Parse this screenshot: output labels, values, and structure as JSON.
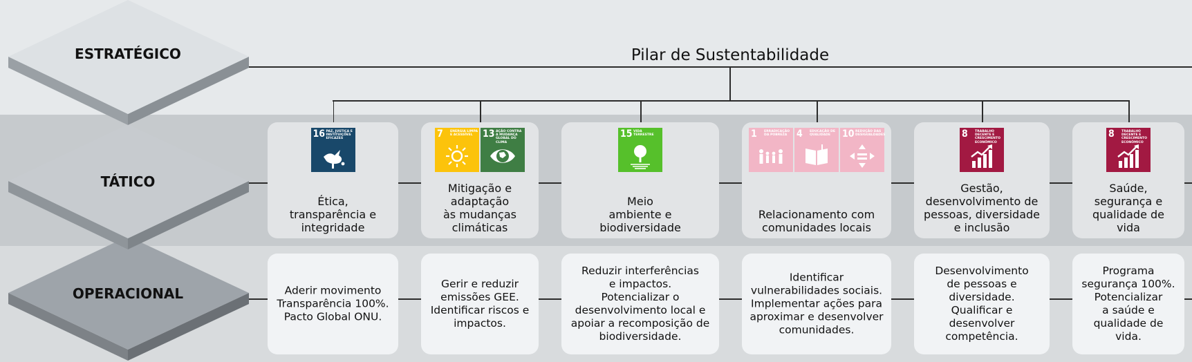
{
  "levels": {
    "strategic": "ESTRATÉGICO",
    "tactical": "TÁTICO",
    "operational": "OPERACIONAL"
  },
  "pillar_title": "Pilar de Sustentabilidade",
  "colors": {
    "bg_strategic": "#e6e9eb",
    "bg_tactical": "#c6cacd",
    "bg_operational": "#d8dbdd",
    "card_tactical": "#e2e4e6",
    "card_operational": "#f1f3f5",
    "tile_strategic_top": "#dde1e4",
    "tile_tactical_top": "#c7cbcf",
    "tile_operational_top": "#9ea4aa"
  },
  "pillars": [
    {
      "tactic": "Ética,\ntransparência e\nintegridade",
      "operational": "Aderir movimento\nTransparência 100%.\nPacto Global ONU.",
      "ods": [
        {
          "num": "16",
          "label": "Paz, justiça e instituições eficazes",
          "color": "#19486a",
          "icon": "dove-icon"
        }
      ]
    },
    {
      "tactic": "Mitigação e\nadaptação\nàs mudanças\nclimáticas",
      "operational": "Gerir e reduzir\nemissões GEE.\nIdentificar riscos e\nimpactos.",
      "ods": [
        {
          "num": "7",
          "label": "Energia limpa e acessível",
          "color": "#fcc30b",
          "icon": "sun-icon"
        },
        {
          "num": "13",
          "label": "Ação contra a mudança global do clima",
          "color": "#3f7e44",
          "icon": "eye-globe-icon"
        }
      ]
    },
    {
      "tactic": "Meio\nambiente e\nbiodiversidade",
      "operational": "Reduzir interferências\ne impactos.\nPotencializar o\ndesenvolvimento local e\napoiar a recomposição de\nbiodiversidade.",
      "ods": [
        {
          "num": "15",
          "label": "Vida terrestre",
          "color": "#56c02b",
          "icon": "tree-icon"
        }
      ]
    },
    {
      "tactic": "Relacionamento com\ncomunidades locais",
      "operational": "Identificar\nvulnerabilidades sociais.\nImplementar ações para\naproximar e desenvolver\ncomunidades.",
      "ods": [
        {
          "num": "1",
          "label": "Erradicação da pobreza",
          "color": "#f2b6c6",
          "icon": "family-icon"
        },
        {
          "num": "4",
          "label": "Educação de qualidade",
          "color": "#f2b6c6",
          "icon": "book-icon"
        },
        {
          "num": "10",
          "label": "Redução das desigualdades",
          "color": "#f2b6c6",
          "icon": "equality-icon"
        }
      ]
    },
    {
      "tactic": "Gestão,\ndesenvolvimento de\npessoas, diversidade\ne inclusão",
      "operational": "Desenvolvimento\nde pessoas e\ndiversidade.\nQualificar e\ndesenvolver\ncompetência.",
      "ods": [
        {
          "num": "8",
          "label": "Trabalho decente e crescimento econômico",
          "color": "#a21942",
          "icon": "growth-chart-icon"
        }
      ]
    },
    {
      "tactic": "Saúde,\nsegurança e\nqualidade de\nvida",
      "operational": "Programa\nsegurança 100%.\nPotencializar\na saúde e\nqualidade de\nvida.",
      "ods": [
        {
          "num": "8",
          "label": "Trabalho decente e crescimento econômico",
          "color": "#a21942",
          "icon": "growth-chart-icon"
        }
      ]
    }
  ]
}
